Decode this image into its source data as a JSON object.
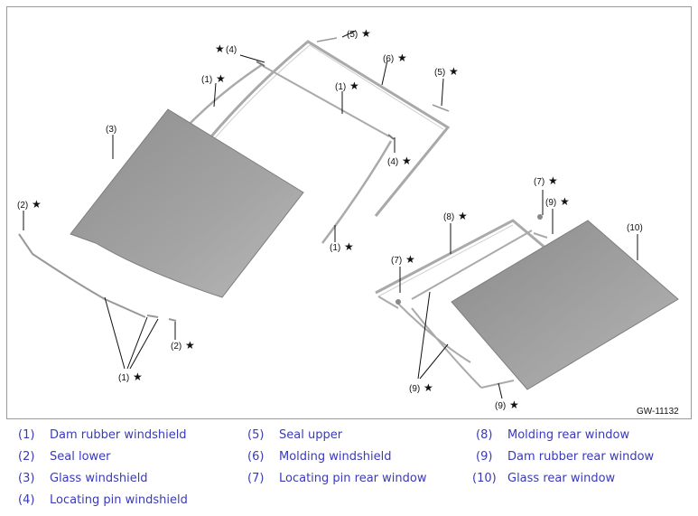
{
  "figure": {
    "id": "GW-11132",
    "callouts": {
      "c1a": "(1)",
      "c1b": "(1)",
      "c1c": "(1)",
      "c1d": "(1)",
      "c2a": "(2)",
      "c2b": "(2)",
      "c3": "(3)",
      "c4a": "(4)",
      "c4b": "(4)",
      "c5a": "(5)",
      "c5b": "(5)",
      "c6": "(6)",
      "c7a": "(7)",
      "c7b": "(7)",
      "c8": "(8)",
      "c9a": "(9)",
      "c9b": "(9)",
      "c9c": "(9)",
      "c10": "(10)"
    },
    "star_symbol": "★"
  },
  "legend": {
    "items": [
      {
        "num": "(1)",
        "text": "Dam rubber windshield"
      },
      {
        "num": "(2)",
        "text": "Seal lower"
      },
      {
        "num": "(3)",
        "text": "Glass windshield"
      },
      {
        "num": "(4)",
        "text": "Locating pin windshield"
      },
      {
        "num": "(5)",
        "text": "Seal upper"
      },
      {
        "num": "(6)",
        "text": "Molding windshield"
      },
      {
        "num": "(7)",
        "text": "Locating pin rear window"
      },
      {
        "num": "(8)",
        "text": "Molding rear window"
      },
      {
        "num": "(9)",
        "text": "Dam rubber rear window"
      },
      {
        "num": "(10)",
        "text": "Glass rear window"
      }
    ]
  }
}
